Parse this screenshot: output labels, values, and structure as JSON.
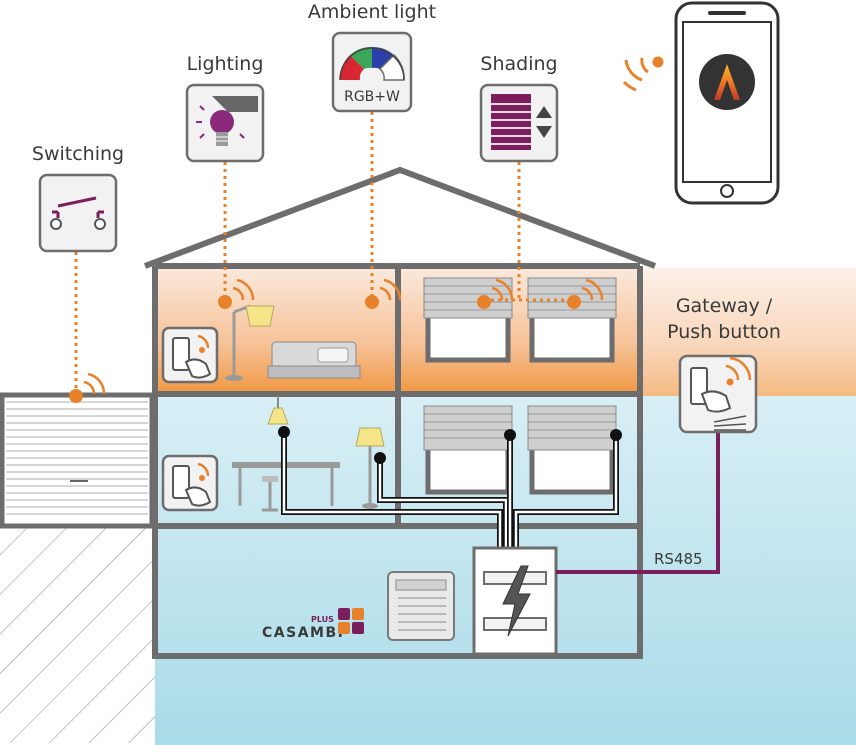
{
  "labels": {
    "ambient": "Ambient light",
    "lighting": "Lighting",
    "shading": "Shading",
    "switching": "Switching",
    "gateway_line1": "Gateway /",
    "gateway_line2": "Push button",
    "rgbw": "RGB+W",
    "rs485": "RS485"
  },
  "brand": {
    "plus": "PLUS",
    "name": "CASAMBI"
  },
  "colors": {
    "orange": "#e8822a",
    "purple": "#7a1f5c",
    "wall": "#6d6d6d",
    "sky_blue": "#cfeaf3",
    "warm_band": "#f4b27a",
    "icon_box": "#f2f2f2"
  },
  "icons": {
    "lighting": "bulb-icon",
    "ambient": "rgb-gauge-icon",
    "shading": "blind-icon",
    "switching": "switch-icon",
    "gateway": "push-button-icon",
    "app": "casambi-app-icon",
    "power": "lightning-icon"
  }
}
